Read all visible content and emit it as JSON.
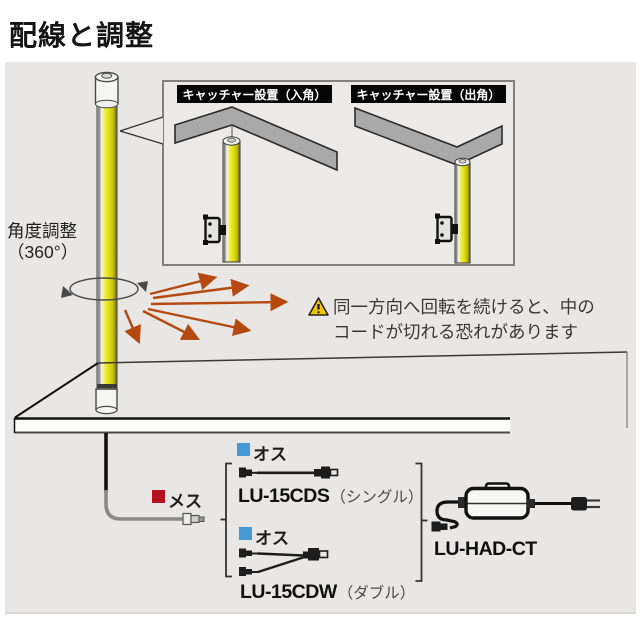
{
  "title": "配線と調整",
  "insets": {
    "in_corner": "キャッチャー設置（入角）",
    "out_corner": "キャッチャー設置（出角）"
  },
  "angle": {
    "line1": "角度調整",
    "line2": "（360°）"
  },
  "warning": {
    "line1": "同一方向へ回転を続けると、中の",
    "line2": "コードが切れる恐れがあります"
  },
  "labels": {
    "female": "メス",
    "male1": "オス",
    "male2": "オス"
  },
  "models": {
    "single": {
      "name": "LU-15CDS",
      "suffix": "（シングル）"
    },
    "double": {
      "name": "LU-15CDW",
      "suffix": "（ダブル）"
    },
    "adapter": {
      "name": "LU-HAD-CT"
    }
  },
  "colors": {
    "panel_bg": "#e8e7e5",
    "pole_yellow": "#e4e012",
    "arrow_orange": "#b5490f",
    "male_blue": "#4699d4",
    "female_red": "#b3121f",
    "warning_yellow": "#f2c500",
    "header_bg": "#060606"
  }
}
